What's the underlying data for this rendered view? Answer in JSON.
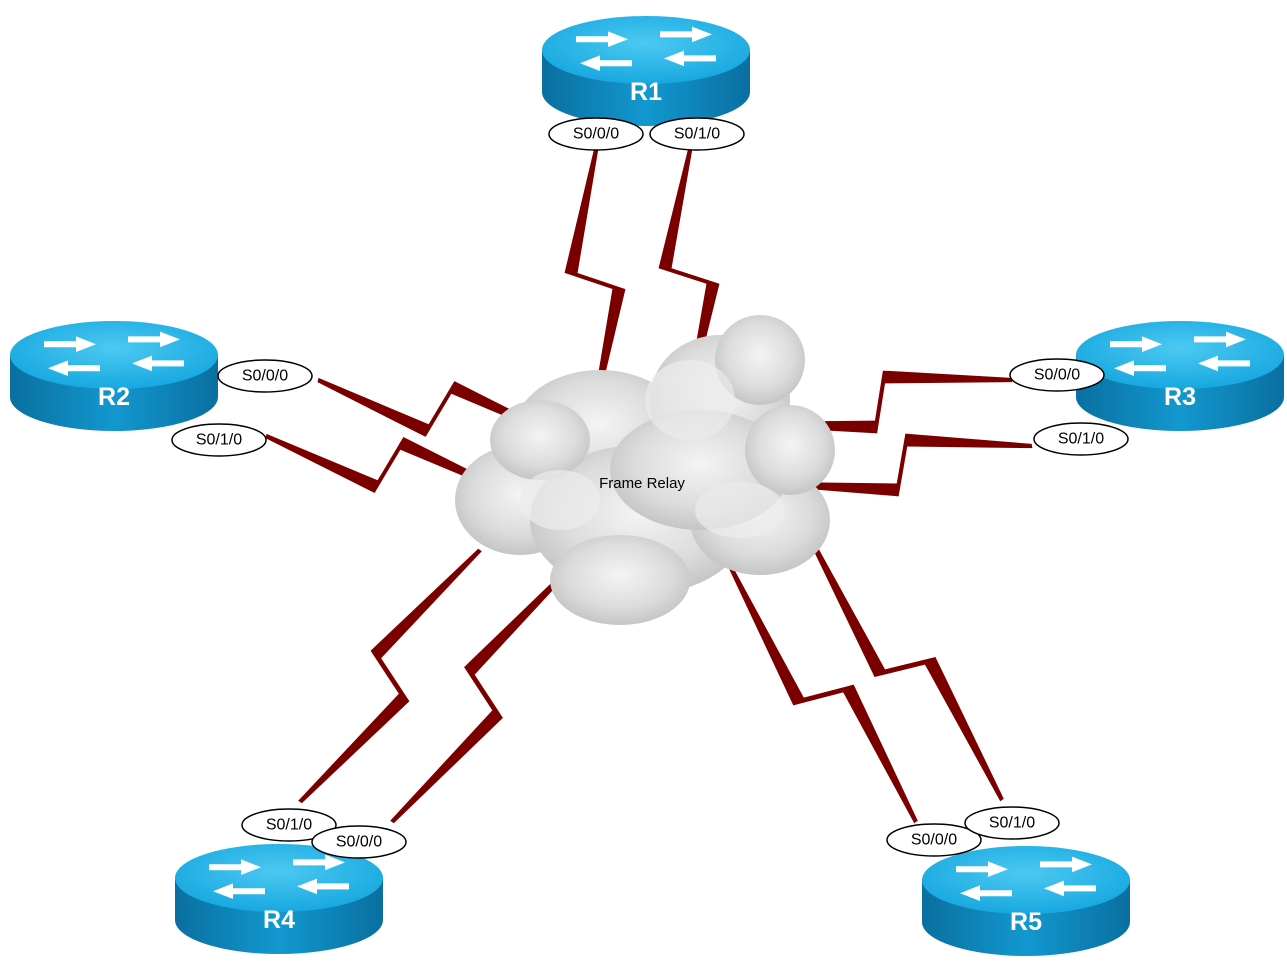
{
  "cloud": {
    "label": "Frame Relay"
  },
  "routers": [
    {
      "id": "R1",
      "label": "R1"
    },
    {
      "id": "R2",
      "label": "R2"
    },
    {
      "id": "R3",
      "label": "R3"
    },
    {
      "id": "R4",
      "label": "R4"
    },
    {
      "id": "R5",
      "label": "R5"
    }
  ],
  "links": [
    {
      "router": "R1",
      "interface": "S0/0/0"
    },
    {
      "router": "R1",
      "interface": "S0/1/0"
    },
    {
      "router": "R2",
      "interface": "S0/0/0"
    },
    {
      "router": "R2",
      "interface": "S0/1/0"
    },
    {
      "router": "R3",
      "interface": "S0/0/0"
    },
    {
      "router": "R3",
      "interface": "S0/1/0"
    },
    {
      "router": "R4",
      "interface": "S0/1/0"
    },
    {
      "router": "R4",
      "interface": "S0/0/0"
    },
    {
      "router": "R5",
      "interface": "S0/0/0"
    },
    {
      "router": "R5",
      "interface": "S0/1/0"
    }
  ],
  "colors": {
    "router_top": "#1ab0e6",
    "router_side": "#0a7bb0",
    "serial_link": "#7a0000",
    "cloud": "#d8d8d8"
  }
}
